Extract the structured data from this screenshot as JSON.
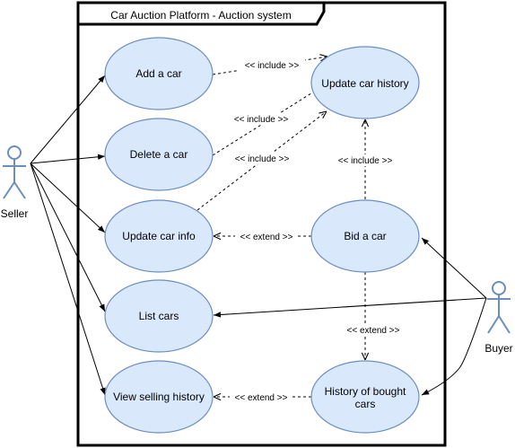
{
  "system": {
    "title": "Car Auction Platform - Auction system"
  },
  "actors": {
    "seller": "Seller",
    "buyer": "Buyer"
  },
  "use_cases": {
    "add_car": "Add a car",
    "delete_car": "Delete a car",
    "update_car_info": "Update car info",
    "list_cars": "List cars",
    "view_selling_history": "View selling history",
    "update_car_history": "Update car history",
    "bid_car": "Bid a car",
    "history_bought_line1": "History of bought",
    "history_bought_line2": "cars"
  },
  "relations": {
    "include_add": "<< include >>",
    "include_delete": "<< include >>",
    "include_update": "<< include >>",
    "include_bid": "<< include >>",
    "extend_update": "<< extend >>",
    "extend_history": "<< extend >>",
    "extend_selling": "<< extend >>"
  },
  "colors": {
    "use_case_fill": "#dae8fc",
    "use_case_stroke": "#6c8ebf",
    "actor_stroke": "#6c8ebf"
  }
}
